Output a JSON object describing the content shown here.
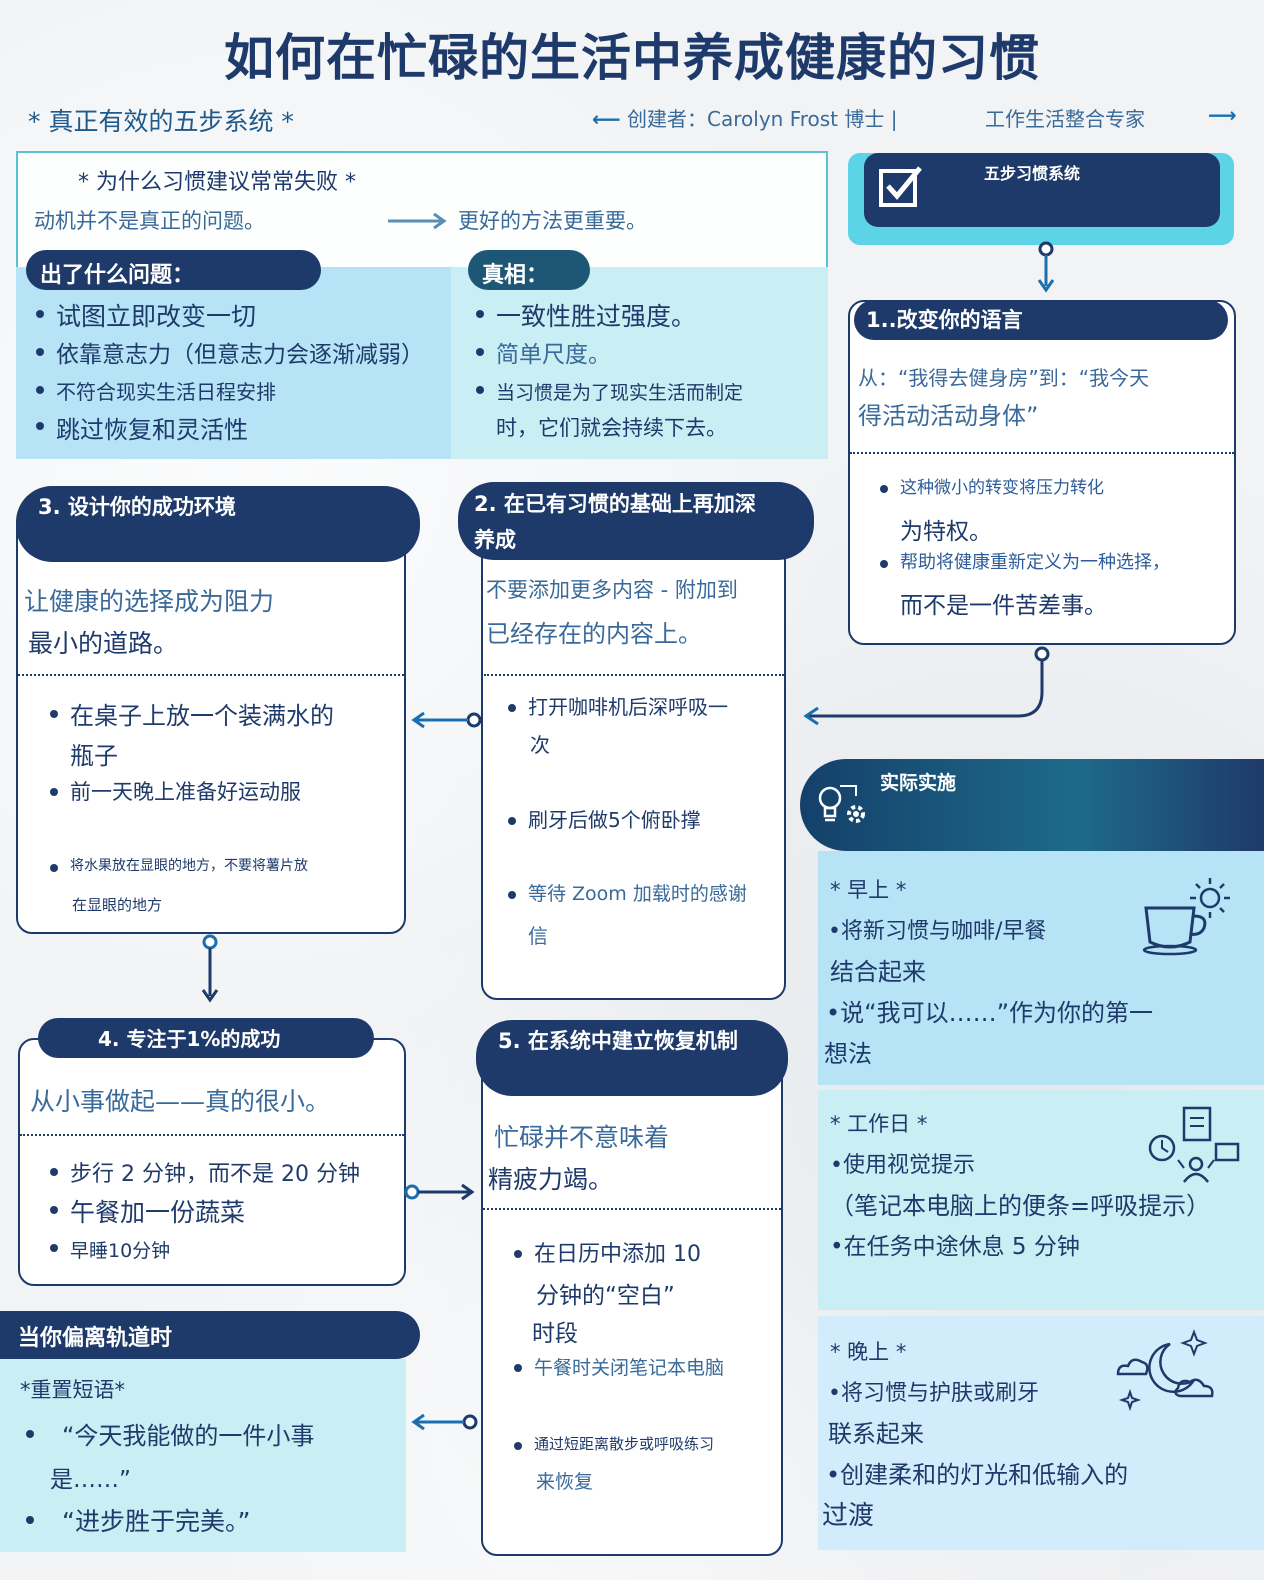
{
  "header": {
    "title": "如何在忙碌的生活中养成健康的习惯",
    "subtitle": "* 真正有效的五步系统 *",
    "creator": "创建者：Carolyn Frost 博士 |",
    "role": "工作生活整合专家"
  },
  "why": {
    "title": "* 为什么习惯建议常常失败 *",
    "left": "动机并不是真正的问题。",
    "right": "更好的方法更重要。",
    "wrong_label": "出了什么问题：",
    "wrong_items": [
      "试图立即改变一切",
      "依靠意志力（但意志力会逐渐减弱）",
      "不符合现实生活日程安排",
      "跳过恢复和灵活性"
    ],
    "truth_label": "真相：",
    "truth_items": [
      "一致性胜过强度。",
      "简单尺度。",
      "当习惯是为了现实生活而制定",
      "时，它们就会持续下去。"
    ]
  },
  "system": {
    "title": "五步习惯系统"
  },
  "step1": {
    "title": "1..改变你的语言",
    "quote_line1": "从：“我得去健身房”到：“我今天",
    "quote_line2": "得活动活动身体”",
    "b1_line1": "这种微小的转变将压力转化",
    "b1_line2": "为特权。",
    "b2_line1": "帮助将健康重新定义为一种选择，",
    "b2_line2": "而不是一件苦差事。"
  },
  "step2": {
    "title_line1": "2. 在已有习惯的基础上再加深",
    "title_line2": "养成",
    "lead_line1": "不要添加更多内容 - 附加到",
    "lead_line2": "已经存在的内容上。",
    "b1_line1": "打开咖啡机后深呼吸一",
    "b1_line2": "次",
    "b2": "刷牙后做5个俯卧撑",
    "b3_line1": "等待 Zoom 加载时的感谢",
    "b3_line2": "信"
  },
  "step3": {
    "title": "3. 设计你的成功环境",
    "lead_line1": "让健康的选择成为阻力",
    "lead_line2": "最小的道路。",
    "b1_line1": "在桌子上放一个装满水的",
    "b1_line2": "瓶子",
    "b2": "前一天晚上准备好运动服",
    "b3_line1": "将水果放在显眼的地方，不要将薯片放",
    "b3_line2": "在显眼的地方"
  },
  "step4": {
    "title": "4. 专注于1%的成功",
    "lead": "从小事做起——真的很小。",
    "b1": "步行 2 分钟，而不是 20 分钟",
    "b2": "午餐加一份蔬菜",
    "b3": "早睡10分钟"
  },
  "step5": {
    "title": "5. 在系统中建立恢复机制",
    "lead_line1": "忙碌并不意味着",
    "lead_line2": "精疲力竭。",
    "b1_line1": "在日历中添加 10",
    "b1_line2": "分钟的“空白”",
    "b1_line3": "时段",
    "b2": "午餐时关闭笔记本电脑",
    "b3_line1": "通过短距离散步或呼吸练习",
    "b3_line2": "来恢复"
  },
  "offtrack": {
    "title": "当你偏离轨道时",
    "sub": "*重置短语*",
    "q1_line1": "“今天我能做的一件小事",
    "q1_line2": "是……”",
    "q2": "“进步胜于完美。”"
  },
  "practice": {
    "title": "实际实施",
    "morning": {
      "head": "* 早上 *",
      "l1": "•将新习惯与咖啡/早餐",
      "l2": "结合起来",
      "l3": "•说“我可以……”作为你的第一",
      "l4": "想法"
    },
    "workday": {
      "head": "* 工作日 *",
      "l1": "•使用视觉提示",
      "l2": "（笔记本电脑上的便条=呼吸提示）",
      "l3": "•在任务中途休息 5 分钟"
    },
    "evening": {
      "head": "* 晚上 *",
      "l1": "•将习惯与护肤或刷牙",
      "l2": "联系起来",
      "l3": "•创建柔和的灯光和低输入的",
      "l4": "过渡"
    }
  },
  "colors": {
    "navy": "#1e3a6a",
    "light_blue": "#b6e3f6",
    "aqua": "#c9eef4",
    "cyan_accent": "#5cd3e6",
    "arrow_blue": "#1a6fb0"
  }
}
